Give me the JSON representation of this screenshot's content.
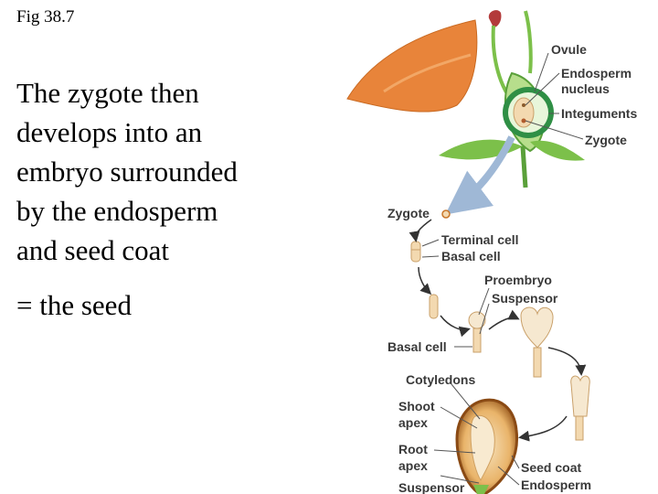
{
  "figure_label": "Fig 38.7",
  "body_lines": [
    "The zygote then",
    "develops into an",
    "embryo surrounded",
    "by the endosperm",
    "and seed coat"
  ],
  "result_text": "= the seed",
  "diagram_labels": {
    "ovule": "Ovule",
    "endosperm_nucleus_1": "Endosperm",
    "endosperm_nucleus_2": "nucleus",
    "integuments": "Integuments",
    "zygote_top": "Zygote",
    "zygote_mid": "Zygote",
    "terminal_cell": "Terminal cell",
    "basal_cell_1": "Basal cell",
    "proembryo": "Proembryo",
    "suspensor_1": "Suspensor",
    "basal_cell_2": "Basal cell",
    "cotyledons": "Cotyledons",
    "shoot_apex_1": "Shoot",
    "shoot_apex_2": "apex",
    "root_apex_1": "Root",
    "root_apex_2": "apex",
    "suspensor_2": "Suspensor",
    "seed_coat": "Seed coat",
    "endosperm": "Endosperm"
  },
  "colors": {
    "petal": "#e8843a",
    "leaf": "#7cc04a",
    "ovule_ring": "#3aa050",
    "seed_coat": "#c98a3a",
    "embryo": "#f3d9b0",
    "arrow": "#333333",
    "big_arrow": "#9fb8d6"
  }
}
